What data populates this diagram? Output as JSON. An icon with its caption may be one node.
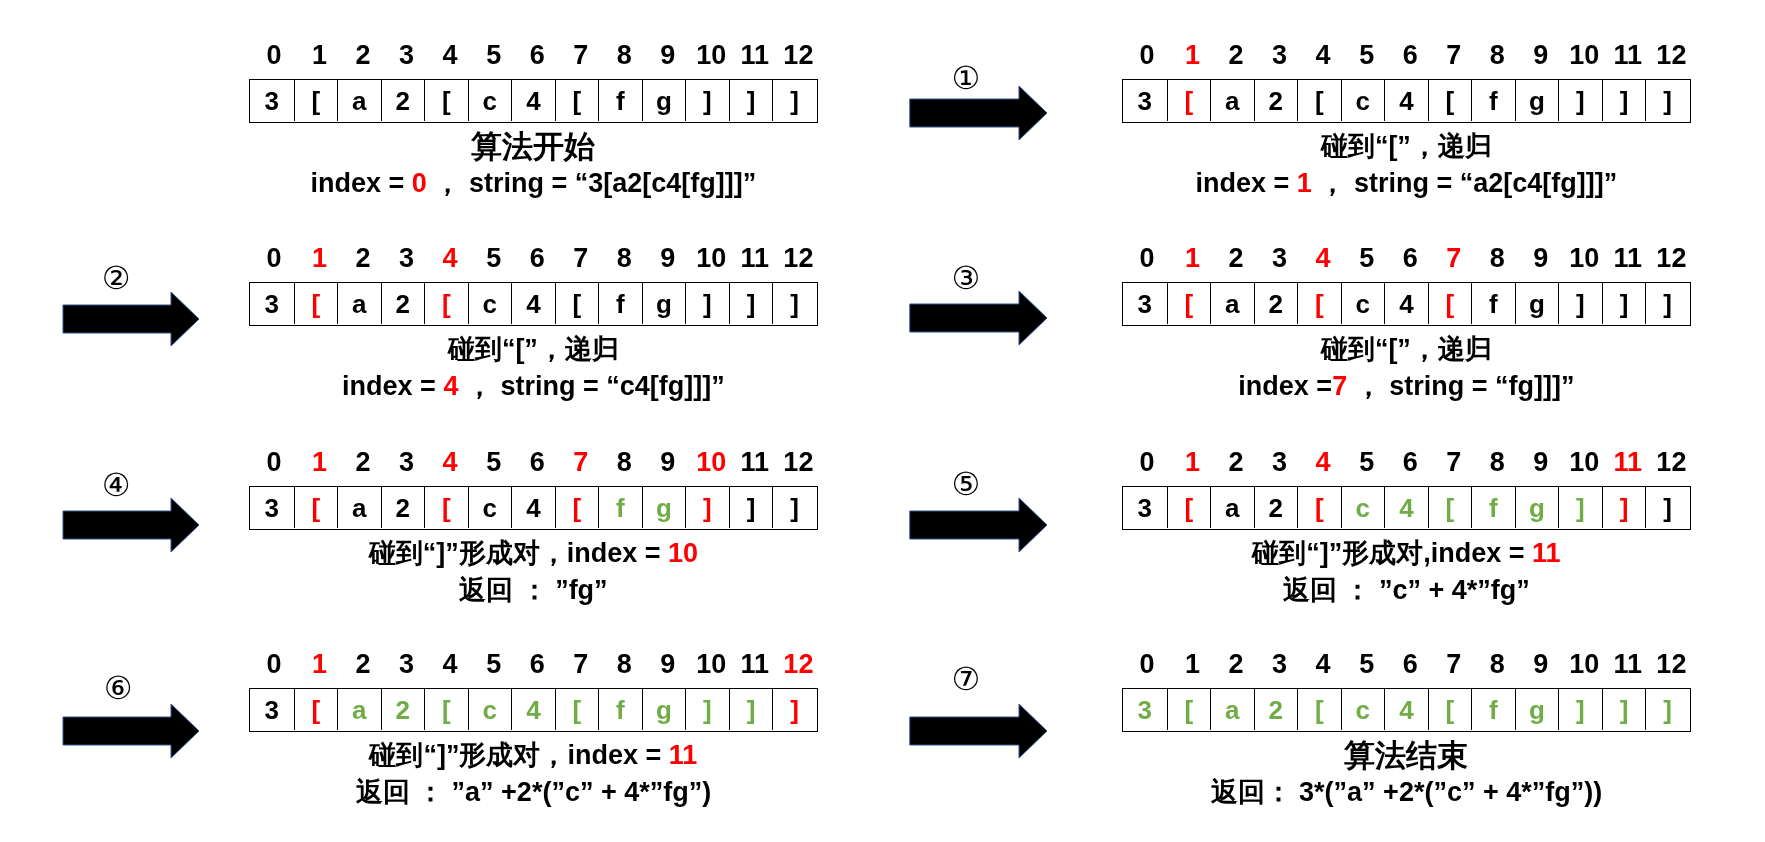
{
  "diagram": {
    "nodes": [
      {
        "text": [],
        "shape": "box",
        "beside": [
          "0 1 2 3 4 5 6 7 8 9 10 11 12",
          "算法开始",
          "index = **0** ， string = “3[a2[c4[fg]]]”"
        ]
      },
      {
        "text": [],
        "shape": "box",
        "beside": [
          "0 1 2 3 4 5 6 7 8 9 10 11 12",
          "碰到“[”，递归",
          "index = **1** ， string = “a2[c4[fg]]]”"
        ]
      },
      {
        "text": [],
        "shape": "box",
        "beside": [
          "0 1 2 3 4 5 6 7 8 9 10 11 12",
          "碰到“[”，递归",
          "index = **4** ， string = “c4[fg]]]”"
        ]
      },
      {
        "text": [],
        "shape": "box",
        "beside": [
          "0 1 2 3 4 5 6 7 8 9 10 11 12",
          "碰到“[”，递归",
          "index =**7** ， string = “fg]]]”"
        ]
      },
      {
        "text": [],
        "shape": "box",
        "beside": [
          "0 1 2 3 4 5 6 7 8 9 10 11 12",
          "碰到“]”形成对，index = **10**",
          "返回 ： ”fg”"
        ]
      },
      {
        "text": [],
        "shape": "box",
        "beside": [
          "0 1 2 3 4 5 6 7 8 9 10 11 12",
          "碰到“]”形成对,index = **11**",
          "返回 ： ”c” + 4*”fg”"
        ]
      },
      {
        "text": [],
        "shape": "box",
        "beside": [
          "0 1 2 3 4 5 6 7 8 9 10 11 12",
          "碰到“]”形成对，index = **11**",
          "返回 ： ”a” +2*(”c” + 4*”fg”)"
        ]
      },
      {
        "text": [],
        "shape": "box",
        "beside": [
          "0 1 2 3 4 5 6 7 8 9 10 11 12",
          "算法结束",
          "返回： 3*(”a” +2*(”c” + 4*”fg”))"
        ]
      }
    ],
    "edges": [
      {
        "from": 0,
        "to": 1,
        "arrow": "to",
        "label": "①"
      },
      {
        "from": null,
        "to": 2,
        "arrow": "to",
        "label": "②"
      },
      {
        "from": 2,
        "to": 3,
        "arrow": "to",
        "label": "③"
      },
      {
        "from": null,
        "to": 4,
        "arrow": "to",
        "label": "④"
      },
      {
        "from": 4,
        "to": 5,
        "arrow": "to",
        "label": "⑤"
      },
      {
        "from": null,
        "to": 6,
        "arrow": "to",
        "label": "⑥"
      },
      {
        "from": 6,
        "to": 7,
        "arrow": "to",
        "label": "⑦"
      }
    ],
    "labels": [
      "3",
      "[",
      "a",
      "2",
      "[",
      "c",
      "4",
      "[",
      "f",
      "g",
      "]",
      "]",
      "]",
      "3",
      "[",
      "a",
      "2",
      "[",
      "c",
      "4",
      "[",
      "f",
      "g",
      "]",
      "]",
      "]",
      "3",
      "[",
      "a",
      "2",
      "[",
      "c",
      "4",
      "[",
      "f",
      "g",
      "]",
      "]",
      "]",
      "3",
      "[",
      "a",
      "2",
      "[",
      "c",
      "4",
      "[",
      "f",
      "g",
      "]",
      "]",
      "]",
      "3",
      "[",
      "a",
      "2",
      "[",
      "c",
      "4",
      "[",
      "f",
      "g",
      "]",
      "]",
      "]",
      "3",
      "[",
      "a",
      "2",
      "[",
      "c",
      "4",
      "[",
      "f",
      "g",
      "]",
      "]",
      "]",
      "3",
      "[",
      "a",
      "2",
      "[",
      "c",
      "4",
      "[",
      "f",
      "g",
      "]",
      "]",
      "]",
      "3",
      "[",
      "a",
      "2",
      "[",
      "c",
      "4",
      "[",
      "f",
      "g",
      "]",
      "]",
      "]"
    ]
  }
}
